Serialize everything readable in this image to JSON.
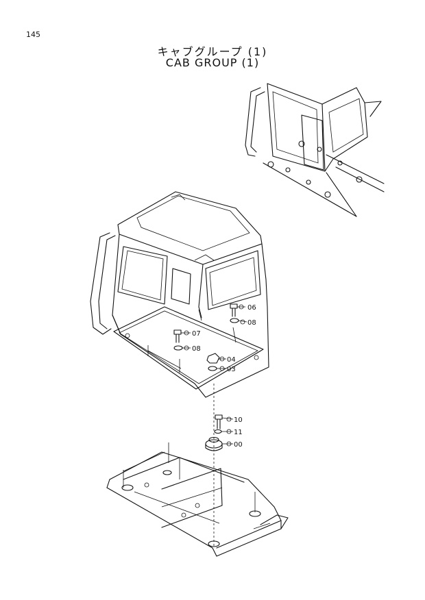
{
  "page_number": "145",
  "title_jp": "キャブグループ (1)",
  "title_en": "CAB GROUP (1)",
  "callouts": [
    {
      "id": "c06",
      "label": "06"
    },
    {
      "id": "c08a",
      "label": "08"
    },
    {
      "id": "c07",
      "label": "07"
    },
    {
      "id": "c08b",
      "label": "08"
    },
    {
      "id": "c04",
      "label": "04"
    },
    {
      "id": "c03",
      "label": "03"
    },
    {
      "id": "c10",
      "label": "10"
    },
    {
      "id": "c11",
      "label": "11"
    },
    {
      "id": "c00",
      "label": "00"
    }
  ]
}
